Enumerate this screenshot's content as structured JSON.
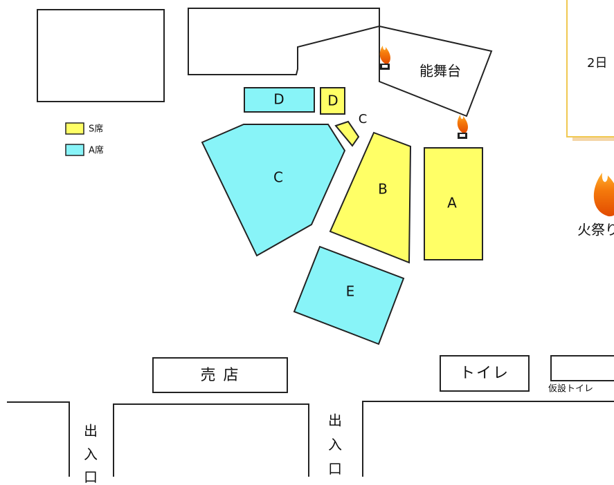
{
  "legend": {
    "s_seat": "S席",
    "a_seat": "A席"
  },
  "sections": {
    "d_cyan": "D",
    "d_yellow": "D",
    "c_small": "C",
    "c_large": "C",
    "b": "B",
    "a": "A",
    "e": "E"
  },
  "landmarks": {
    "noh_stage": "能舞台",
    "notice": "2日",
    "fire_festival": "火祭り",
    "shop": "売 店",
    "toilet": "トイレ",
    "temp_toilet": "仮設トイレ",
    "exit_1": [
      "出",
      "入",
      "口"
    ],
    "exit_2": [
      "出",
      "入",
      "口"
    ]
  },
  "colors": {
    "s_seat": "#ffff66",
    "a_seat": "#88f4f8",
    "notice_border": "#f0c850",
    "notice_shadow": "#f4d6a8",
    "flame": "#f57a0c"
  },
  "icons": {
    "torch": "flame-brazier-icon",
    "bonfire": "flame-icon"
  }
}
